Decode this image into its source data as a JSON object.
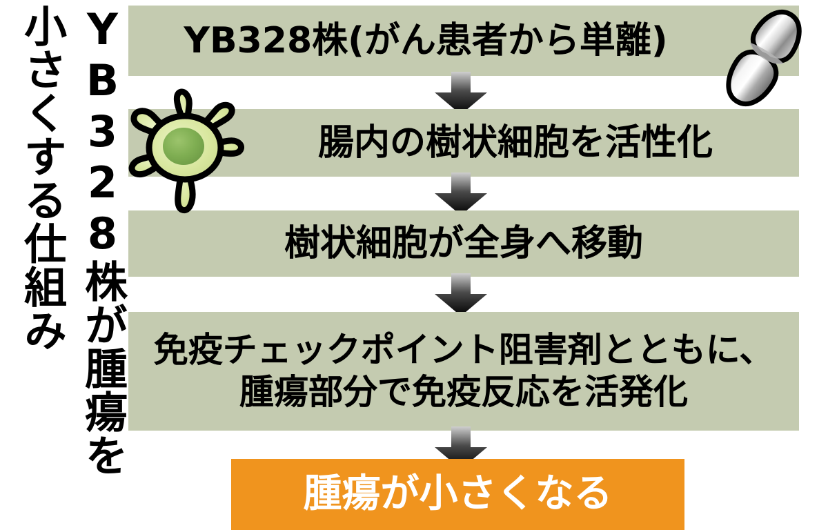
{
  "headline": {
    "column_right": "YB328株が腫瘍を",
    "column_left": "小さくする仕組み",
    "full_text": "YB328株が腫瘍を小さくする仕組み"
  },
  "flow": {
    "steps": [
      {
        "id": "step-1",
        "label": "YB328株(がん患者から単離)",
        "bg_color": "#c4cbb0",
        "text_color": "#000000"
      },
      {
        "id": "step-2",
        "label": "腸内の樹状細胞を活性化",
        "bg_color": "#c4cbb0",
        "text_color": "#000000"
      },
      {
        "id": "step-3",
        "label": "樹状細胞が全身へ移動",
        "bg_color": "#c4cbb0",
        "text_color": "#000000"
      },
      {
        "id": "step-4",
        "label": "免疫チェックポイント阻害剤とともに、\n腫瘍部分で免疫反応を活発化",
        "bg_color": "#c4cbb0",
        "text_color": "#000000"
      },
      {
        "id": "step-5",
        "label": "腫瘍が小さくなる",
        "bg_color": "#f0941e",
        "text_color": "#ffffff"
      }
    ],
    "arrows": [
      {
        "id": "arrow-1",
        "direction": "down"
      },
      {
        "id": "arrow-2",
        "direction": "down"
      },
      {
        "id": "arrow-3",
        "direction": "down"
      },
      {
        "id": "arrow-4",
        "direction": "down"
      }
    ]
  },
  "illustrations": {
    "bacterium": {
      "name": "bacterium-illustration",
      "body_color": "#ffffff",
      "shade_color": "#6e6e6e",
      "outline_color": "#000000"
    },
    "dendritic_cell": {
      "name": "dendritic-cell-illustration",
      "body_color": "#d6e49a",
      "nucleus_color": "#7aad50",
      "outline_color": "#000000"
    }
  },
  "colors": {
    "box_green": "#c4cbb0",
    "box_orange": "#f0941e",
    "background": "#ffffff",
    "text_black": "#000000",
    "text_white": "#ffffff"
  }
}
